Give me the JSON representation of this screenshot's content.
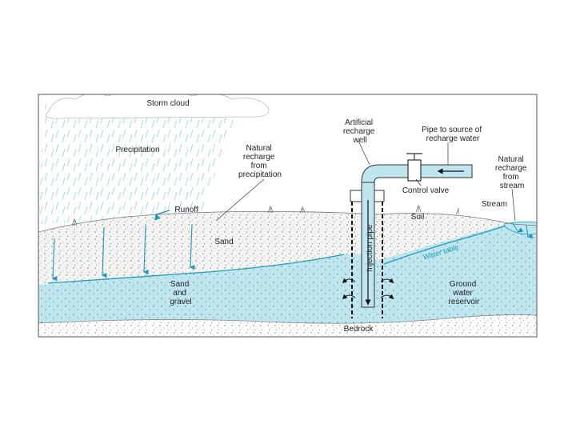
{
  "colors": {
    "water": "#bfe6ee",
    "water_line": "#1e9bb8",
    "soil": "#f2f2f0",
    "frame": "#555555",
    "rain": "#8fd3e6",
    "cloud": "#ffffff"
  },
  "labels": {
    "storm_cloud": "Storm cloud",
    "precipitation": "Precipitation",
    "natural_recharge_precip": [
      "Natural",
      "recharge",
      "from",
      "precipitation"
    ],
    "artificial_well": [
      "Artificial",
      "recharge",
      "well"
    ],
    "pipe_source": [
      "Pipe to source of",
      "recharge water"
    ],
    "natural_recharge_stream": [
      "Natural",
      "recharge",
      "from",
      "stream"
    ],
    "control_valve": "Control valve",
    "runoff": "Runoff",
    "soil": "Soil",
    "stream": "Stream",
    "sand": "Sand",
    "water_table": "Water table",
    "injection_pipe": "Injection pipe",
    "sand_gravel": [
      "Sand",
      "and",
      "gravel"
    ],
    "ground_water": [
      "Ground",
      "water",
      "reservoir"
    ],
    "bedrock": "Bedrock"
  }
}
